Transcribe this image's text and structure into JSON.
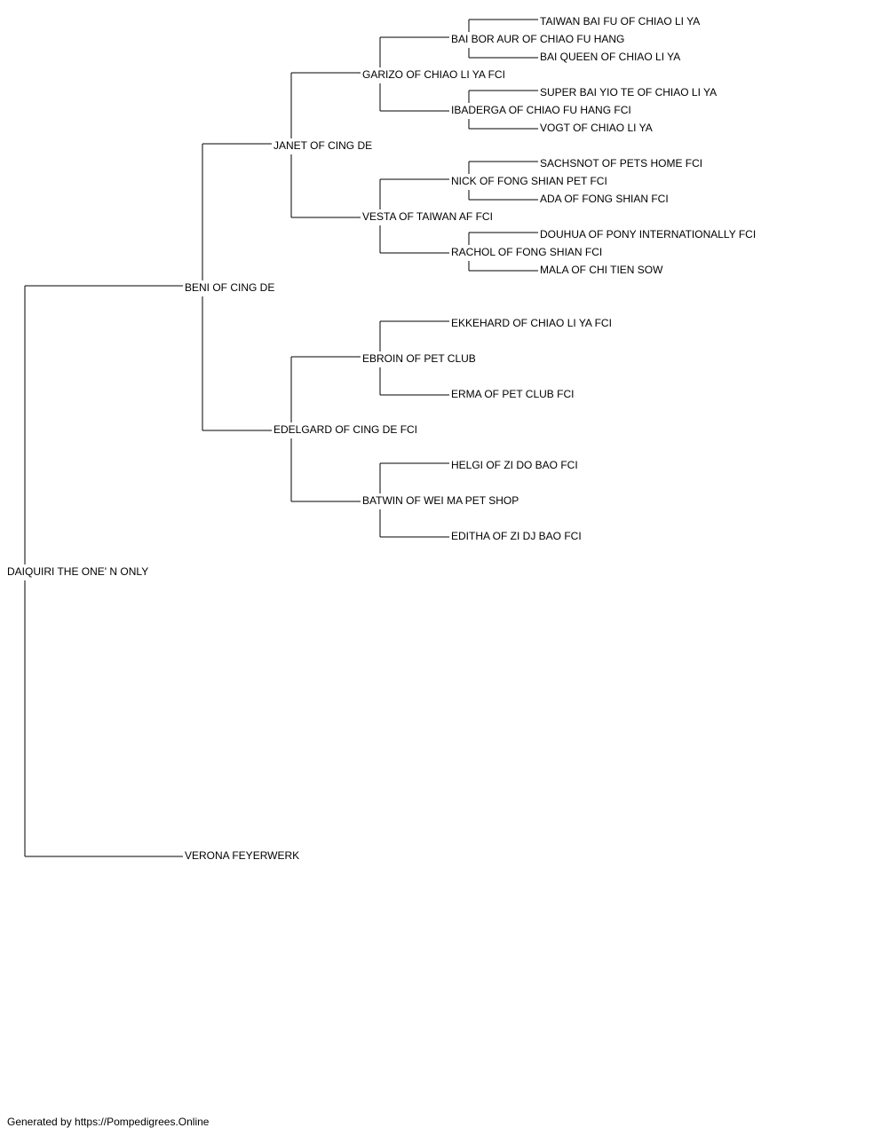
{
  "pedigree": {
    "subject": "DAIQUIRI THE ONE' N ONLY",
    "sire": "BENI OF CING DE",
    "dam": "VERONA FEYERWERK",
    "sire_sire": "JANET OF CING DE",
    "sire_dam": "EDELGARD OF CING DE FCI",
    "sire_sire_sire": "GARIZO OF CHIAO LI YA FCI",
    "sire_sire_dam": "VESTA OF TAIWAN AF FCI",
    "sire_dam_sire": "EBROIN OF PET CLUB",
    "sire_dam_dam": "BATWIN OF WEI MA PET SHOP",
    "ssss": "BAI BOR AUR OF CHIAO FU HANG",
    "sssd": "IBADERGA OF CHIAO FU HANG FCI",
    "ssds": "NICK OF FONG SHIAN PET FCI",
    "ssdd": "RACHOL OF FONG SHIAN FCI",
    "sdss": "EKKEHARD OF CHIAO LI YA FCI",
    "sdsd": "ERMA OF PET CLUB FCI",
    "sdds": "HELGI OF ZI DO BAO FCI",
    "sddd": "EDITHA OF ZI DJ BAO FCI",
    "sssss": "TAIWAN BAI FU OF CHIAO LI YA",
    "ssssd": "BAI QUEEN OF CHIAO LI YA",
    "sssds": "SUPER BAI YIO TE OF CHIAO LI YA",
    "sssdd": "VOGT OF CHIAO LI YA",
    "ssdss": "SACHSNOT OF PETS HOME FCI",
    "ssdsd": "ADA OF FONG SHIAN FCI",
    "ssdds": "DOUHUA OF PONY INTERNATIONALLY FCI",
    "ssddd": "MALA OF CHI TIEN SOW"
  },
  "footer": "Generated by https://Pompedigrees.Online"
}
